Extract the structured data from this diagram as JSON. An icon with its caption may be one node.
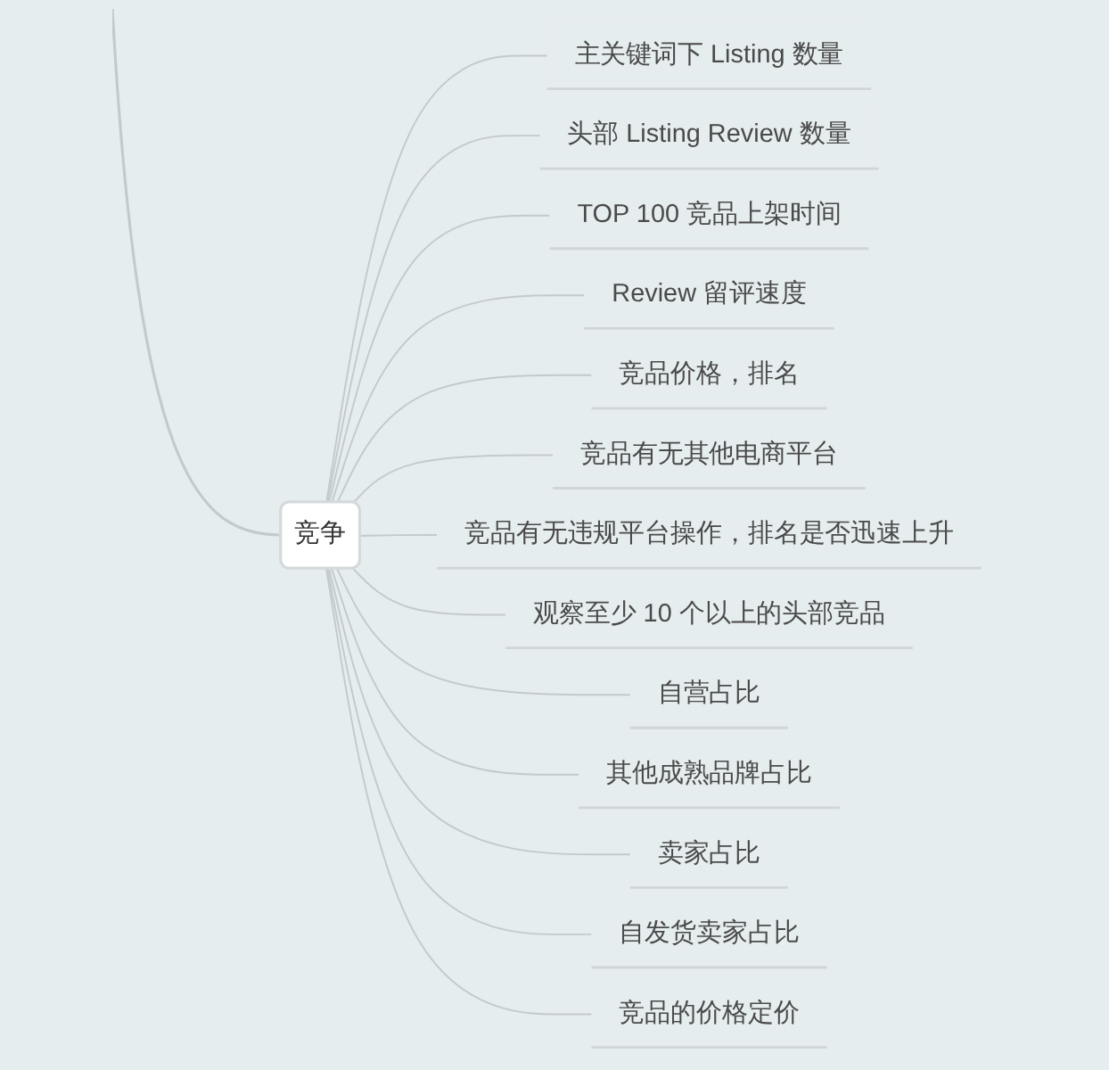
{
  "diagram": {
    "nodes": [
      {
        "text": [
          "竞争"
        ]
      },
      {
        "text": [
          "主关键词下 Listing 数量"
        ]
      },
      {
        "text": [
          "头部 Listing Review 数量"
        ]
      },
      {
        "text": [
          "TOP 100 竞品上架时间"
        ]
      },
      {
        "text": [
          "Review 留评速度"
        ]
      },
      {
        "text": [
          "竞品价格，排名"
        ]
      },
      {
        "text": [
          "竞品有无其他电商平台"
        ]
      },
      {
        "text": [
          "竞品有无违规平台操作，排名是否迅速上升"
        ]
      },
      {
        "text": [
          "观察至少 10 个以上的头部竞品"
        ]
      },
      {
        "text": [
          "自营占比"
        ]
      },
      {
        "text": [
          "其他成熟品牌占比"
        ]
      },
      {
        "text": [
          "卖家占比"
        ]
      },
      {
        "text": [
          "自发货卖家占比"
        ]
      },
      {
        "text": [
          "竞品的价格定价"
        ]
      }
    ],
    "edges": [
      {
        "from": null,
        "to": 0,
        "arrow": "none"
      },
      {
        "from": 0,
        "to": 1,
        "arrow": "none"
      },
      {
        "from": 0,
        "to": 2,
        "arrow": "none"
      },
      {
        "from": 0,
        "to": 3,
        "arrow": "none"
      },
      {
        "from": 0,
        "to": 4,
        "arrow": "none"
      },
      {
        "from": 0,
        "to": 5,
        "arrow": "none"
      },
      {
        "from": 0,
        "to": 6,
        "arrow": "none"
      },
      {
        "from": 0,
        "to": 7,
        "arrow": "none"
      },
      {
        "from": 0,
        "to": 8,
        "arrow": "none"
      },
      {
        "from": 0,
        "to": 9,
        "arrow": "none"
      },
      {
        "from": 0,
        "to": 10,
        "arrow": "none"
      },
      {
        "from": 0,
        "to": 11,
        "arrow": "none"
      },
      {
        "from": 0,
        "to": 12,
        "arrow": "none"
      },
      {
        "from": 0,
        "to": 13,
        "arrow": "none"
      }
    ]
  }
}
